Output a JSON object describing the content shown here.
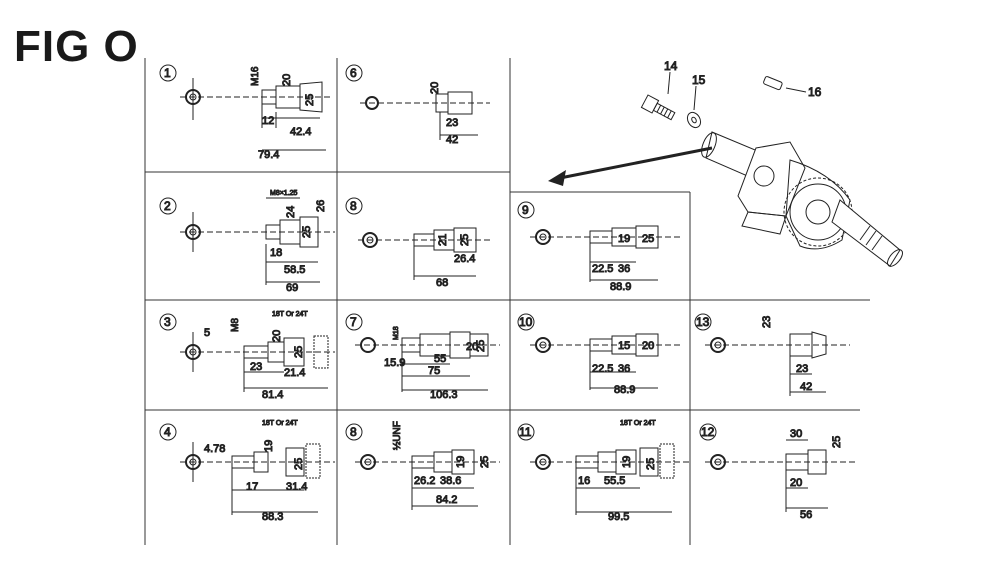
{
  "title": "FIG O",
  "callouts": [
    "14",
    "15",
    "16"
  ],
  "cells": [
    {
      "id": "1",
      "dims": [
        "M16",
        "20",
        "25",
        "12",
        "42.4",
        "79.4"
      ]
    },
    {
      "id": "6",
      "dims": [
        "20",
        "23",
        "42"
      ]
    },
    {
      "id": "2",
      "dims": [
        "M8×1.25",
        "24",
        "26",
        "25",
        "18",
        "58.5",
        "69"
      ]
    },
    {
      "id": "8",
      "dims": [
        "21",
        "25",
        "26.4",
        "68"
      ]
    },
    {
      "id": "9",
      "dims": [
        "19",
        "25",
        "22.5",
        "36",
        "88.9"
      ]
    },
    {
      "id": "3",
      "dims": [
        "5",
        "M8",
        "18T Or 24T",
        "20",
        "25",
        "23",
        "21.4",
        "81.4"
      ]
    },
    {
      "id": "7",
      "dims": [
        "M18",
        "20",
        "25",
        "15.9",
        "55",
        "75",
        "106.3"
      ]
    },
    {
      "id": "10",
      "dims": [
        "15",
        "20",
        "22.5",
        "36",
        "88.9"
      ]
    },
    {
      "id": "13",
      "dims": [
        "23",
        "23",
        "42"
      ]
    },
    {
      "id": "4",
      "dims": [
        "4.78",
        "18T Or 24T",
        "19",
        "25",
        "17",
        "31.4",
        "88.3"
      ]
    },
    {
      "id": "8",
      "dims": [
        "½UNF",
        "19",
        "25",
        "26.2",
        "38.6",
        "84.2"
      ]
    },
    {
      "id": "11",
      "dims": [
        "18T Or 24T",
        "19",
        "25",
        "16",
        "55.5",
        "99.5"
      ]
    },
    {
      "id": "12",
      "dims": [
        "30",
        "25",
        "20",
        "56"
      ]
    }
  ]
}
